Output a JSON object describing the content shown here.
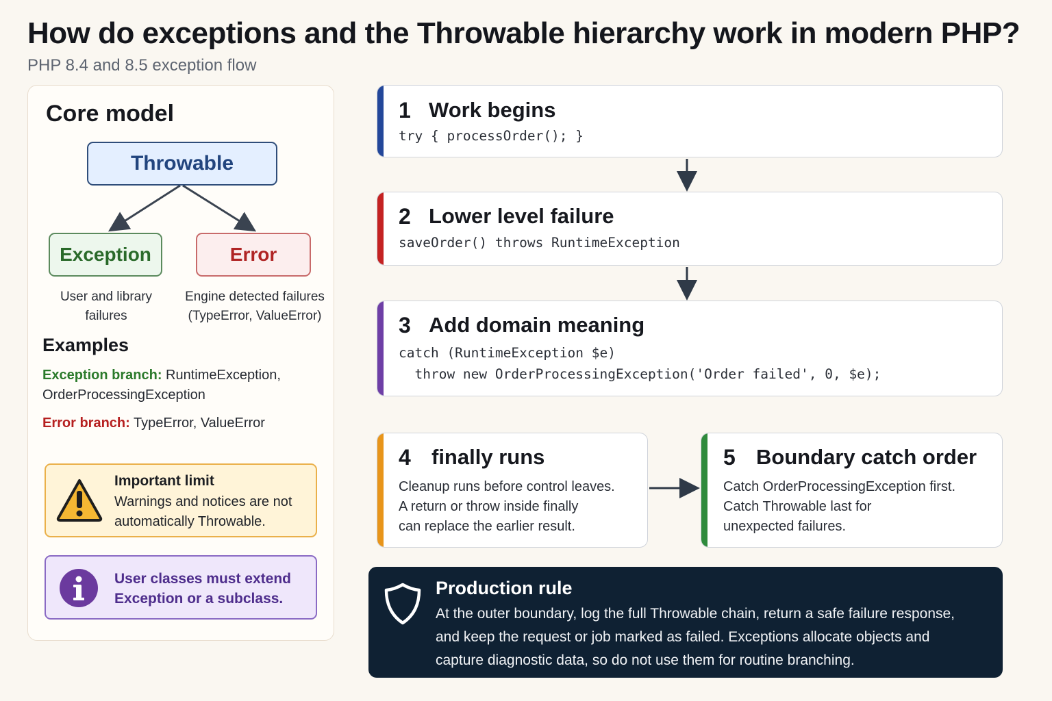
{
  "header": {
    "title": "How do exceptions and the Throwable hierarchy work in modern PHP?",
    "subtitle": "PHP 8.4 and 8.5 exception flow"
  },
  "core_model": {
    "title": "Core model",
    "root": "Throwable",
    "exception": {
      "label": "Exception",
      "description": "User and library failures"
    },
    "error": {
      "label": "Error",
      "description_line1": "Engine detected failures",
      "description_line2": "(TypeError, ValueError)"
    },
    "examples_title": "Examples",
    "examples": [
      {
        "label": "Exception branch:",
        "text": " RuntimeException, OrderProcessingException"
      },
      {
        "label": "Error branch:",
        "text": " TypeError, ValueError"
      }
    ],
    "warning": {
      "icon": "warning-triangle-icon",
      "title": "Important limit",
      "text": "Warnings and notices are not automatically Throwable."
    },
    "info": {
      "icon": "info-circle-icon",
      "text": "User classes must extend Exception or a subclass."
    }
  },
  "steps": [
    {
      "number": "1",
      "title": "Work begins",
      "code": [
        "try { processOrder(); }"
      ],
      "color": "#23479a"
    },
    {
      "number": "2",
      "title": "Lower level failure",
      "code": [
        "saveOrder() throws RuntimeException"
      ],
      "color": "#c42222"
    },
    {
      "number": "3",
      "title": "Add domain meaning",
      "code": [
        "catch (RuntimeException $e)",
        "  throw new OrderProcessingException('Order failed', 0, $e);"
      ],
      "color": "#6e3fa6"
    },
    {
      "number": "4",
      "title": "finally runs",
      "text": [
        "Cleanup runs before control leaves.",
        "A return or throw inside finally",
        "can replace the earlier result."
      ],
      "color": "#e8951a"
    },
    {
      "number": "5",
      "title": "Boundary catch order",
      "text": [
        "Catch OrderProcessingException first.",
        "Catch Throwable last for",
        "unexpected failures."
      ],
      "color": "#2f8a3c"
    }
  ],
  "production_rule": {
    "icon": "shield-icon",
    "title": "Production rule",
    "lines": [
      "At the outer boundary, log the full Throwable chain, return a safe failure response,",
      "and keep the request or job marked as failed. Exceptions allocate objects and",
      "capture diagnostic data, so do not use them for routine branching."
    ]
  },
  "colors": {
    "background": "#faf7f1",
    "throwable": "#22457e",
    "exception": "#2a6a2a",
    "error": "#b02424",
    "production_bg": "#0f2133"
  }
}
